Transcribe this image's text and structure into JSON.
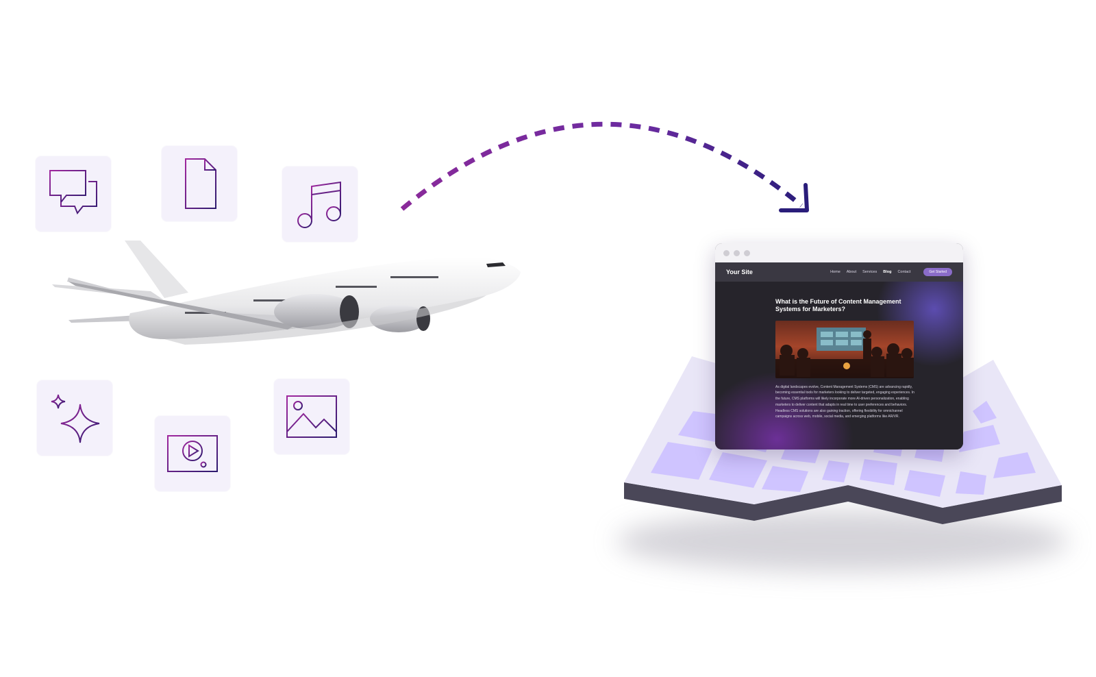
{
  "icons": [
    {
      "name": "chat-bubbles-icon"
    },
    {
      "name": "document-icon"
    },
    {
      "name": "music-note-icon"
    },
    {
      "name": "sparkle-icon"
    },
    {
      "name": "video-player-icon"
    },
    {
      "name": "image-icon"
    }
  ],
  "colors": {
    "tile_bg": "#f4f1fb",
    "accent_purple": "#7b2a91",
    "accent_navy": "#2c1a6e",
    "map_light": "#cfc4ff",
    "map_edge": "#4a4758"
  },
  "website": {
    "logo": "Your Site",
    "nav": [
      "Home",
      "About",
      "Services",
      "Blog",
      "Contact"
    ],
    "active_nav": "Blog",
    "cta": "Get Started",
    "article_title": "What is the Future of Content Management Systems for Marketers?",
    "article_body": "As digital landscapes evolve, Content Management Systems (CMS) are advancing rapidly, becoming essential tools for marketers looking to deliver targeted, engaging experiences. In the future, CMS platforms will likely incorporate more AI-driven personalization, enabling marketers to deliver content that adapts in real time to user preferences and behaviors. Headless CMS solutions are also gaining traction, offering flexibility for omnichannel campaigns across web, mobile, social media, and emerging platforms like AR/VR."
  }
}
